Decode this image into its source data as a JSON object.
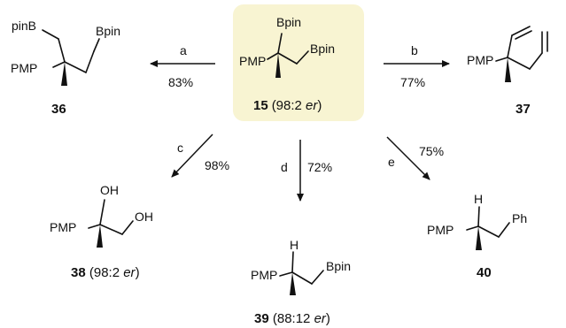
{
  "center": {
    "number": "15",
    "er": "(98:2 er)",
    "er_parts": {
      "open": "(98:2 ",
      "italic": "er",
      "close": ")"
    },
    "groups": [
      "Bpin",
      "Bpin",
      "PMP"
    ],
    "highlight_color": "#f8f4d2"
  },
  "reactions": [
    {
      "letter": "a",
      "yield": "83%",
      "product": "36"
    },
    {
      "letter": "b",
      "yield": "77%",
      "product": "37"
    },
    {
      "letter": "c",
      "yield": "98%",
      "product": "38"
    },
    {
      "letter": "d",
      "yield": "72%",
      "product": "39"
    },
    {
      "letter": "e",
      "yield": "75%",
      "product": "40"
    }
  ],
  "products": {
    "p36": {
      "number": "36",
      "groups": [
        "pinB",
        "Bpin",
        "PMP"
      ]
    },
    "p37": {
      "number": "37",
      "groups": [
        "PMP"
      ]
    },
    "p38": {
      "number": "38",
      "er_parts": {
        "open": " (98:2 ",
        "italic": "er",
        "close": ")"
      },
      "groups": [
        "OH",
        "OH",
        "PMP"
      ]
    },
    "p39": {
      "number": "39",
      "er_parts": {
        "open": " (88:12 ",
        "italic": "er",
        "close": ")"
      },
      "groups": [
        "H",
        "Bpin",
        "PMP"
      ]
    },
    "p40": {
      "number": "40",
      "groups": [
        "H",
        "Ph",
        "PMP"
      ]
    }
  }
}
